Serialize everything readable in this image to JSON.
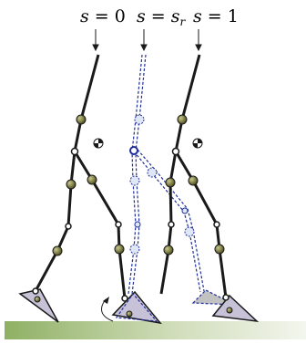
{
  "labels": {
    "s0": {
      "var": "s",
      "eq": " = ",
      "val": "0"
    },
    "sr": {
      "var": "s",
      "eq": " = ",
      "val": "s",
      "sub": "r"
    },
    "s1": {
      "var": "s",
      "eq": " = ",
      "val": "1"
    }
  },
  "colors": {
    "leg": "#1a1a1a",
    "ghost": "#1f2f9a",
    "ghost_fill": "#dfe6f6",
    "joint_motor": "#6b6b2c",
    "foot_fill": "#c8c2d8",
    "ghost_foot_fill": "#c2c2c2",
    "ground_start": "#8fb064",
    "ground_end": "#eef2e6"
  },
  "icons": {
    "com": "center-of-mass-icon",
    "rotation": "curved-arrow-icon",
    "pointer": "down-arrow-icon"
  }
}
